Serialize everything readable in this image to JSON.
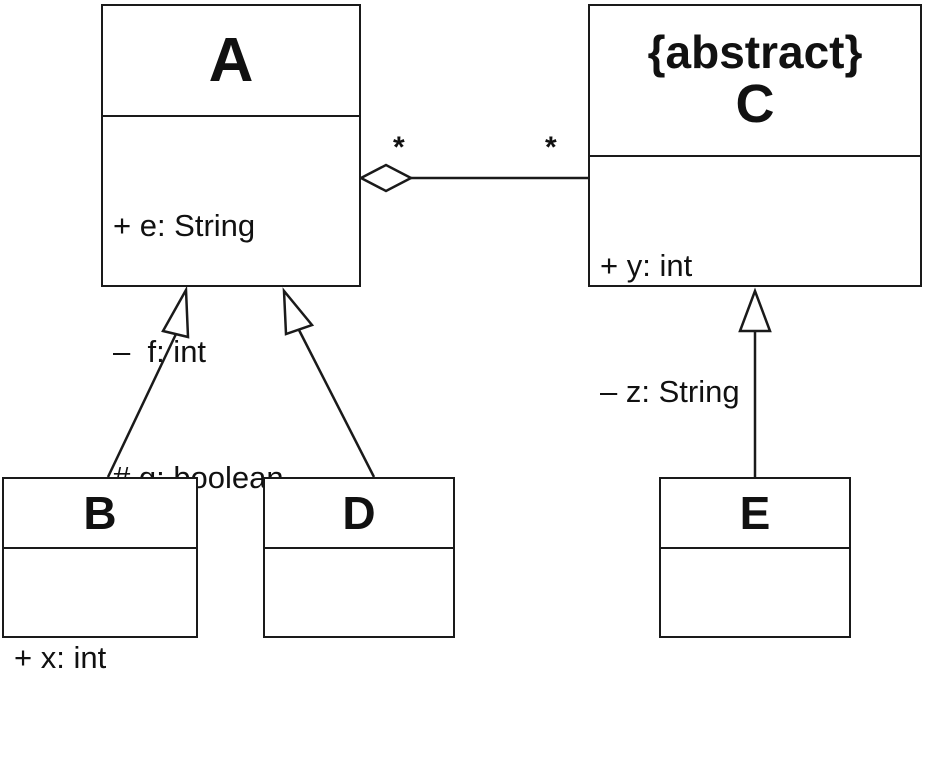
{
  "classes": {
    "a": {
      "name": "A",
      "attributes": [
        "+ e: String",
        "–  f: int",
        "# g: boolean"
      ]
    },
    "c": {
      "stereotype": "{abstract}",
      "name": "C",
      "attributes": [
        "+ y: int",
        "– z: String"
      ]
    },
    "b": {
      "name": "B",
      "attributes": [
        "+ x: int"
      ]
    },
    "d": {
      "name": "D",
      "attributes": []
    },
    "e": {
      "name": "E",
      "attributes": []
    }
  },
  "relationships": [
    {
      "type": "aggregation",
      "whole": "A",
      "part": "C",
      "multiplicity_whole_end": "*",
      "multiplicity_part_end": "*"
    },
    {
      "type": "generalization",
      "child": "B",
      "parent": "A"
    },
    {
      "type": "generalization",
      "child": "D",
      "parent": "A"
    },
    {
      "type": "generalization",
      "child": "E",
      "parent": "C"
    }
  ],
  "multiplicities": {
    "left": "*",
    "right": "*"
  }
}
